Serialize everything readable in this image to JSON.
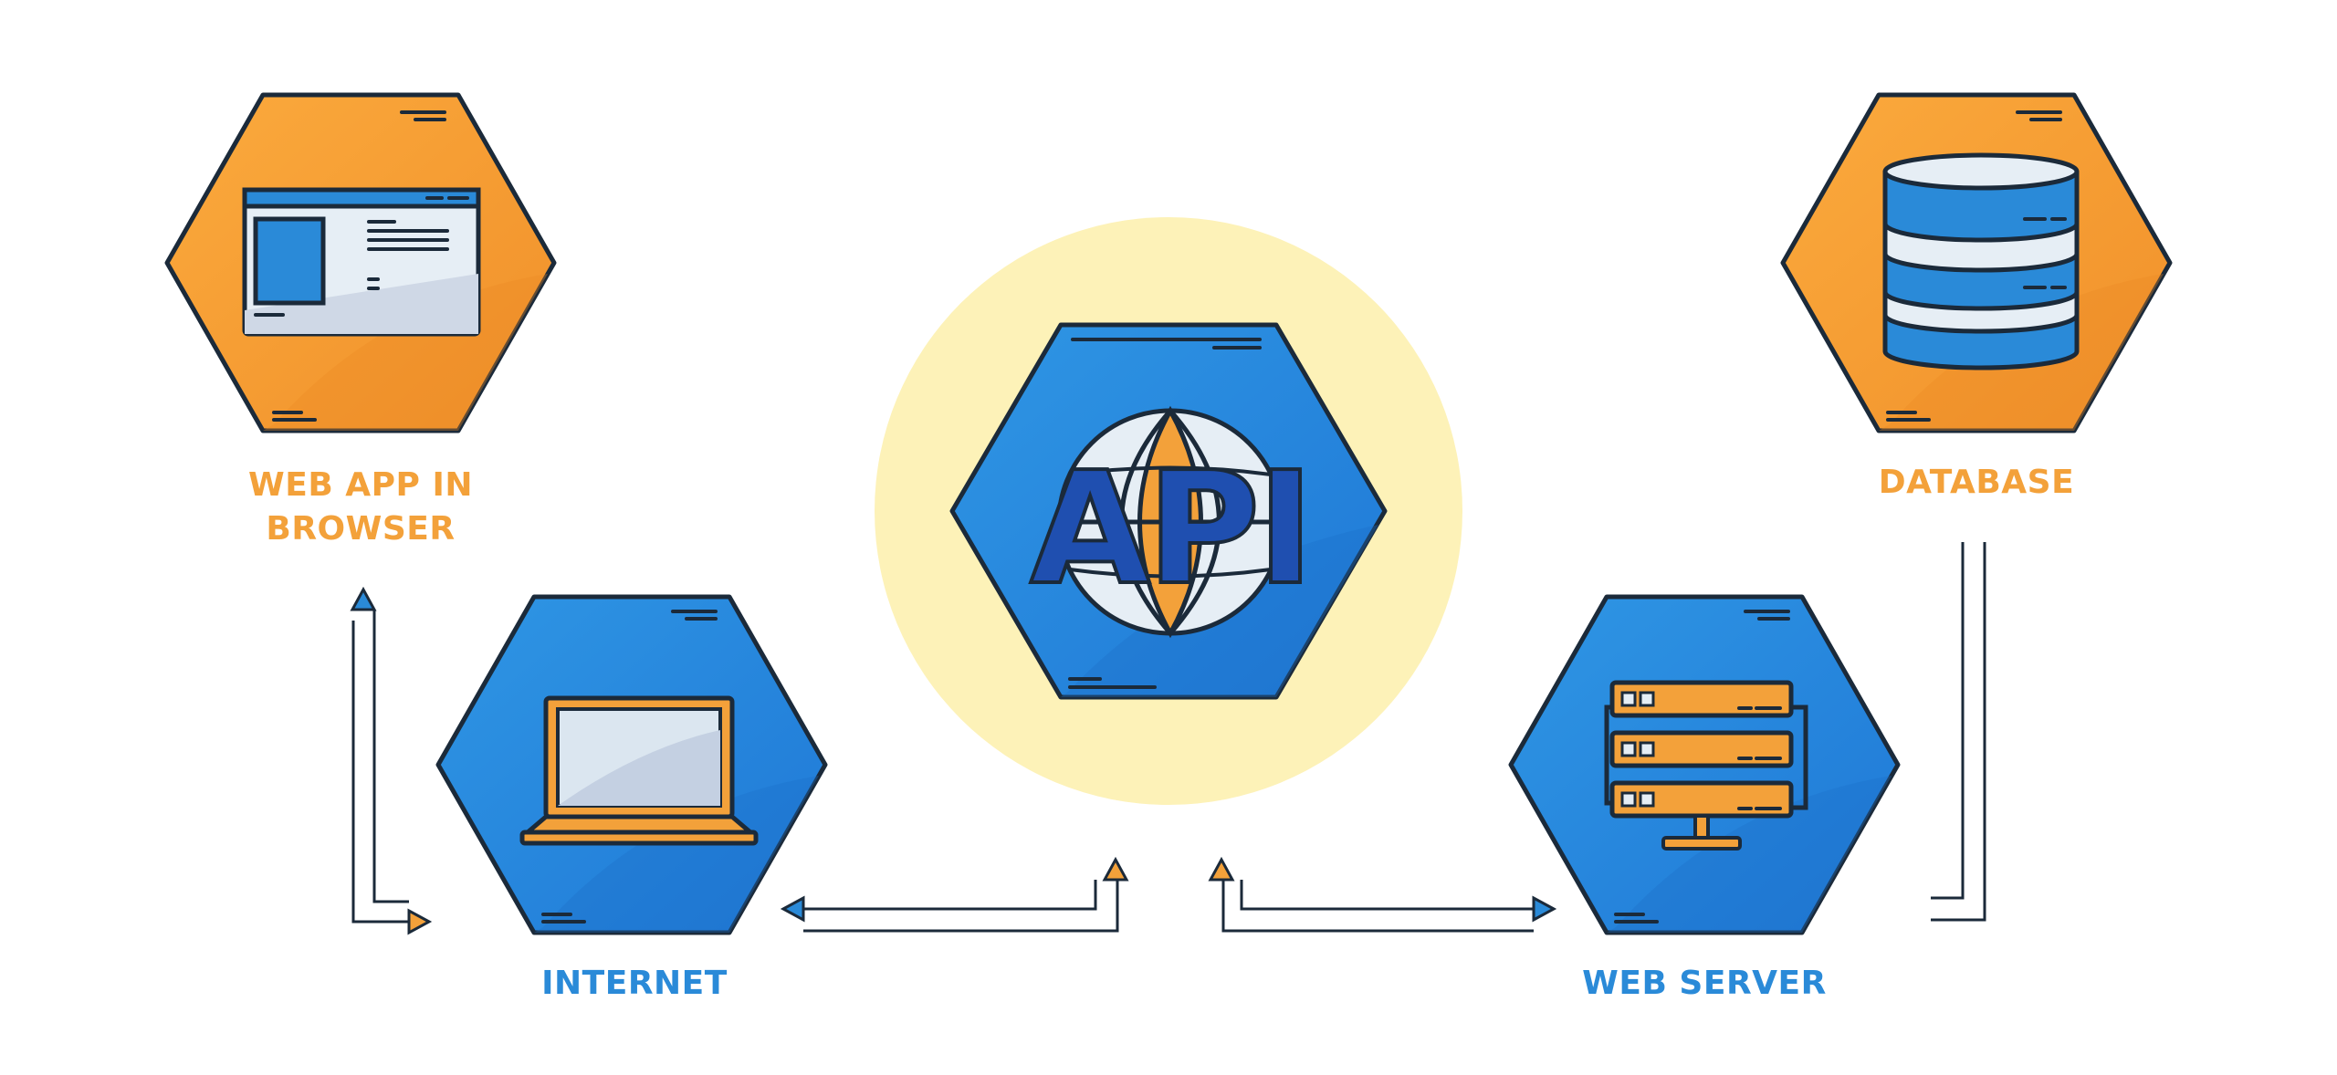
{
  "nodes": {
    "web_app": {
      "label_line1": "WEB APP IN",
      "label_line2": "BROWSER",
      "icon": "browser-window-icon"
    },
    "database": {
      "label": "DATABASE",
      "icon": "database-icon"
    },
    "internet": {
      "label": "INTERNET",
      "icon": "laptop-icon"
    },
    "web_server": {
      "label": "WEB SERVER",
      "icon": "server-rack-icon"
    },
    "api": {
      "label": "API",
      "icon": "globe-icon"
    }
  },
  "colors": {
    "orange": "#f3a13a",
    "blue": "#2a8ad8",
    "dark_blue": "#1f4fb0",
    "outline": "#1b2a3a",
    "halo": "#fdf2b8"
  }
}
